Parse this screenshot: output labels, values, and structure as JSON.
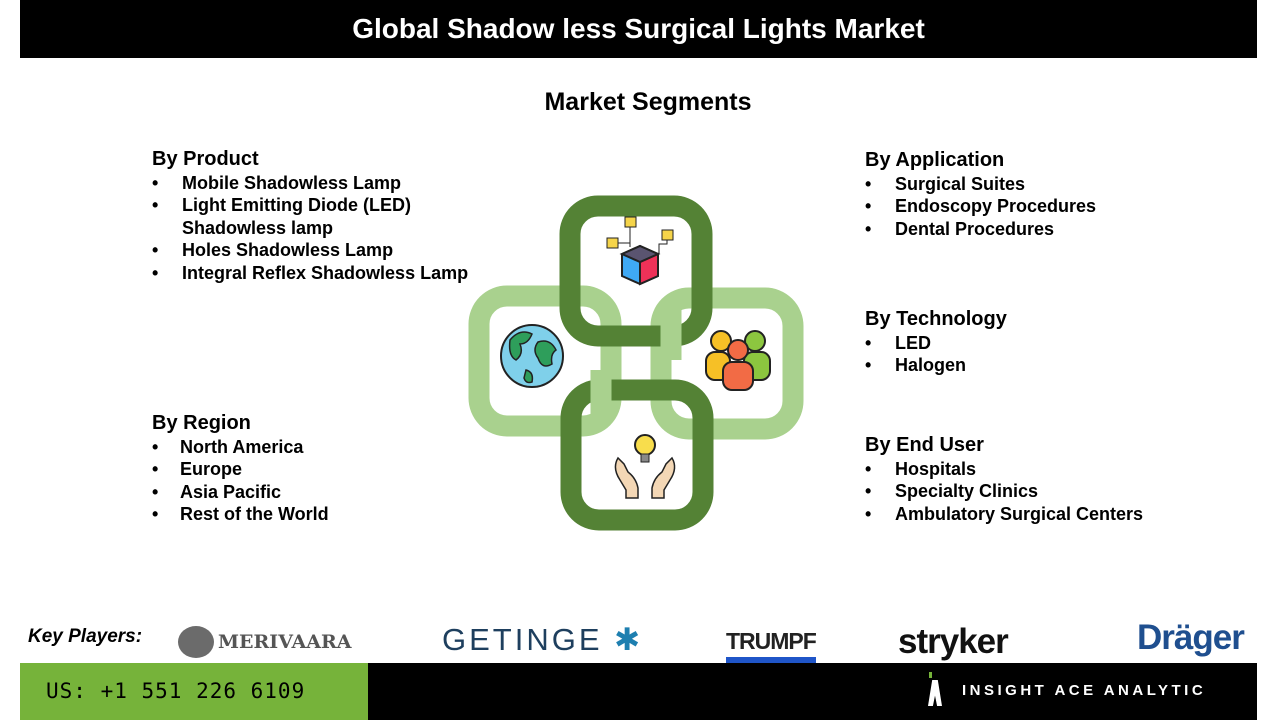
{
  "header": {
    "title": "Global Shadow less Surgical Lights Market"
  },
  "subtitle": "Market Segments",
  "segments": {
    "product": {
      "title": "By Product",
      "items": [
        "Mobile Shadowless Lamp",
        "Light Emitting Diode (LED) Shadowless lamp",
        "Holes Shadowless Lamp",
        "Integral Reflex Shadowless Lamp"
      ]
    },
    "region": {
      "title": "By Region",
      "items": [
        "North America",
        "Europe",
        "Asia Pacific",
        "Rest of the World"
      ]
    },
    "application": {
      "title": "By Application",
      "items": [
        "Surgical Suites",
        "Endoscopy Procedures",
        "Dental Procedures"
      ]
    },
    "technology": {
      "title": "By Technology",
      "items": [
        "LED",
        "Halogen"
      ]
    },
    "end_user": {
      "title": "By End User",
      "items": [
        "Hospitals",
        "Specialty Clinics",
        "Ambulatory Surgical Centers"
      ]
    }
  },
  "key_players": {
    "label": "Key Players:",
    "logos": [
      "MERIVAARA",
      "GETINGE",
      "TRUMPF",
      "stryker",
      "Dräger"
    ]
  },
  "footer": {
    "phone": "US: +1 551 226 6109",
    "brand": "INSIGHT ACE ANALYTIC"
  },
  "colors": {
    "dark_green": "#548235",
    "light_green": "#a9d18e",
    "phone_bg": "#76b33a"
  }
}
